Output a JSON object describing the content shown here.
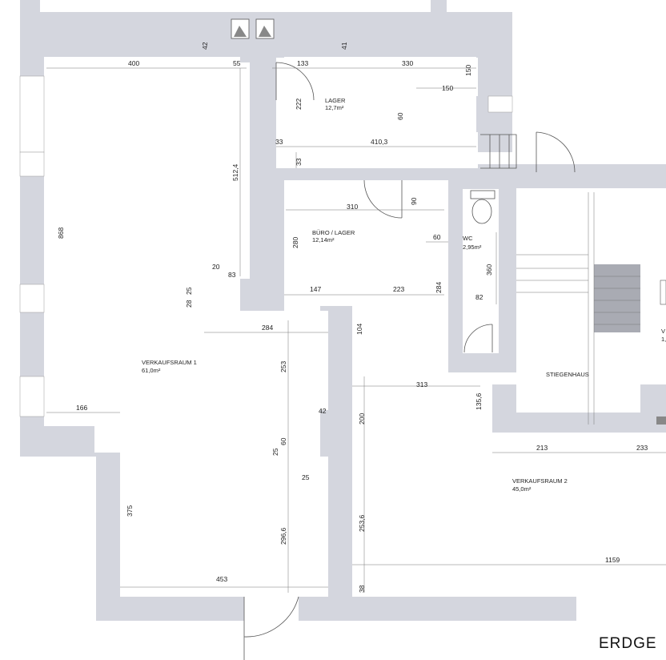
{
  "drawing": {
    "title": "ERDGE",
    "colors": {
      "wall": "#d4d6de",
      "floor": "#ffffff",
      "stair_tread": "#a9abb3",
      "line": "#555555"
    }
  },
  "rooms": {
    "lager": {
      "name": "LAGER",
      "area": "12,7m²"
    },
    "buero": {
      "name": "BÜRO / LAGER",
      "area": "12,14m²"
    },
    "wc": {
      "name": "WC",
      "area": "2,95m²"
    },
    "verkauf1": {
      "name": "VERKAUFSRAUM 1",
      "area": "61,0m²"
    },
    "verkauf2": {
      "name": "VERKAUFSRAUM 2",
      "area": "45,0m²"
    },
    "stiegenhaus": {
      "name": "STIEGENHAUS"
    },
    "partial": {
      "name": "V",
      "area": "1,"
    }
  },
  "dimensions": {
    "d400": "400",
    "d42a": "42",
    "d55": "55",
    "d133": "133",
    "d41": "41",
    "d330": "330",
    "d150v": "150",
    "d150h": "150",
    "d222": "222",
    "d60a": "60",
    "d33a": "33",
    "d4103": "410,3",
    "d33b": "33",
    "d5124": "512,4",
    "d868": "868",
    "d310": "310",
    "d90": "90",
    "d280": "280",
    "d60b": "60",
    "d20": "20",
    "d83": "83",
    "d2825a": "28",
    "d2825b": "25",
    "d147": "147",
    "d223": "223",
    "d284v": "284",
    "d360": "360",
    "d82": "82",
    "d284h": "284",
    "d104": "104",
    "d253": "253",
    "d313": "313",
    "d1356": "135,6",
    "d166": "166",
    "d42b": "42",
    "d200": "200",
    "d60c": "60",
    "d25a": "25",
    "d213": "213",
    "d233": "233",
    "d25b": "25",
    "d375": "375",
    "d2966": "296,6",
    "d2536": "253,6",
    "d1159": "1159",
    "d453": "453",
    "d38": "38"
  }
}
